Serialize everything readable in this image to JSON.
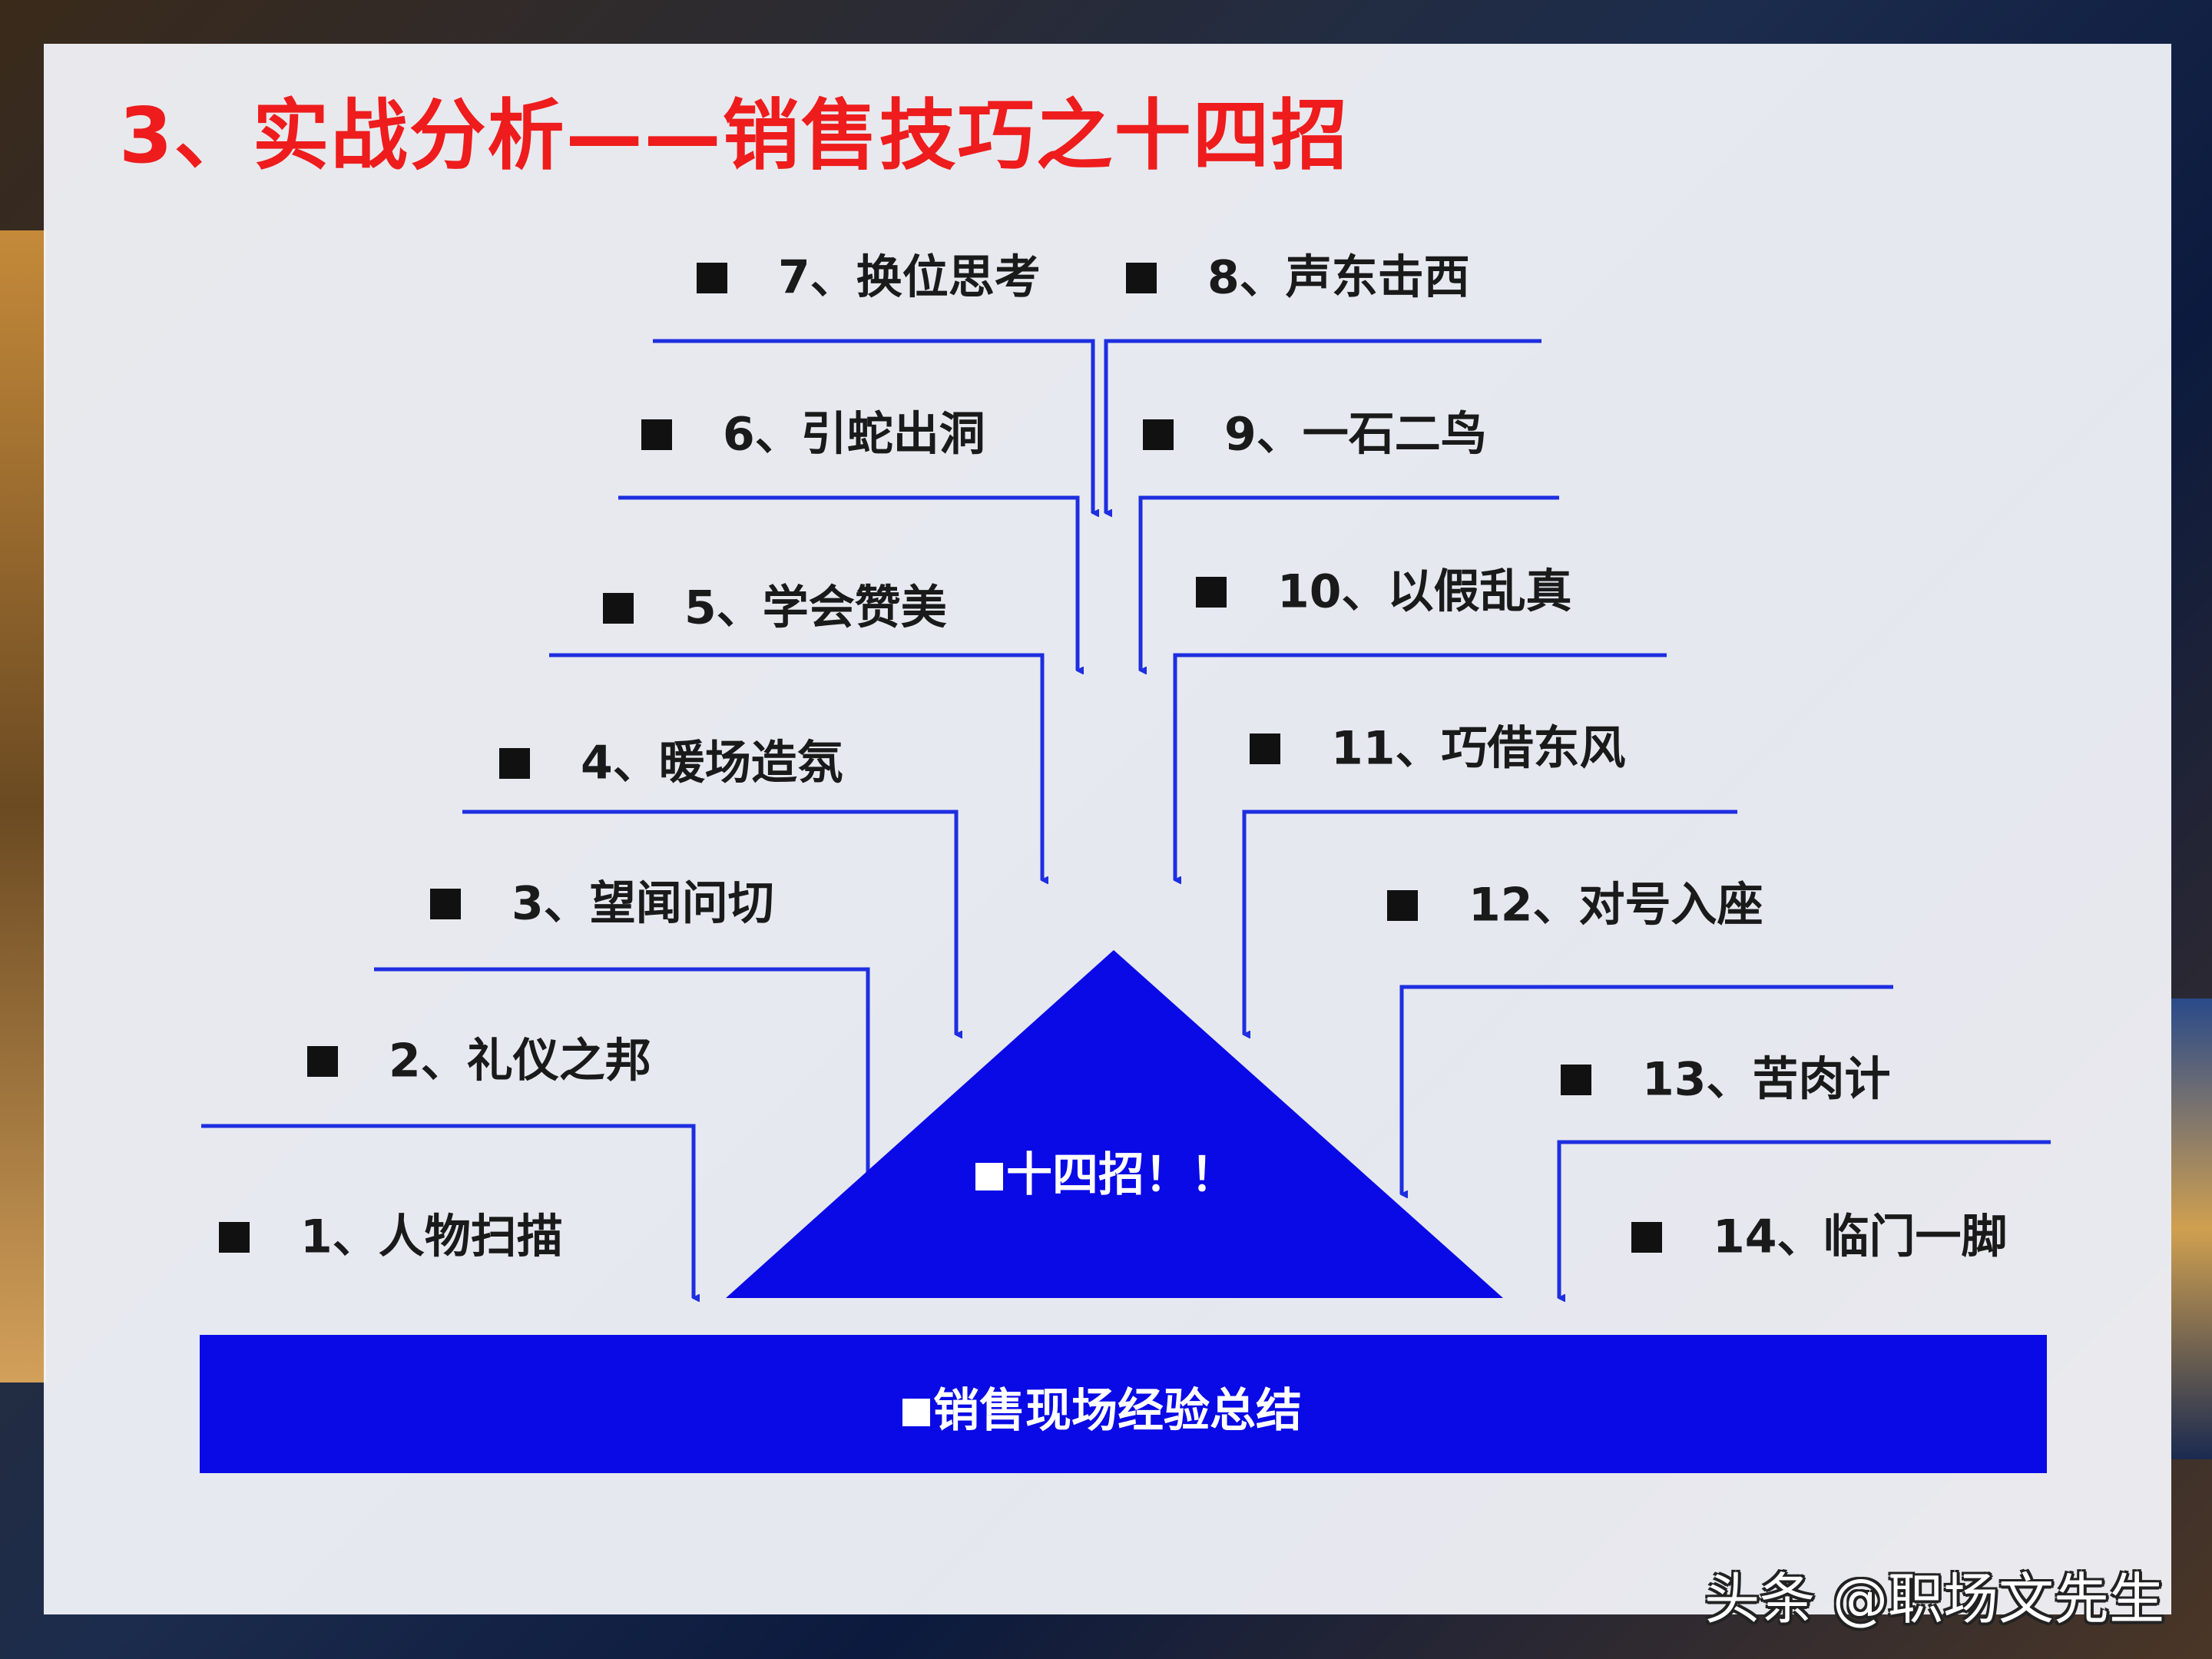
{
  "title": "3、实战分析——销售技巧之十四招",
  "items": [
    {
      "id": 1,
      "label": "1、人物扫描"
    },
    {
      "id": 2,
      "label": "2、礼仪之邦"
    },
    {
      "id": 3,
      "label": "3、望闻问切"
    },
    {
      "id": 4,
      "label": "4、暖场造氛"
    },
    {
      "id": 5,
      "label": "5、学会赞美"
    },
    {
      "id": 6,
      "label": "6、引蛇出洞"
    },
    {
      "id": 7,
      "label": "7、换位思考"
    },
    {
      "id": 8,
      "label": "8、声东击西"
    },
    {
      "id": 9,
      "label": "9、一石二鸟"
    },
    {
      "id": 10,
      "label": "10、以假乱真"
    },
    {
      "id": 11,
      "label": "11、巧借东风"
    },
    {
      "id": 12,
      "label": "12、对号入座"
    },
    {
      "id": 13,
      "label": "13、苦肉计"
    },
    {
      "id": 14,
      "label": "14、临门一脚"
    }
  ],
  "triangle_label": "十四招！！",
  "base_label": "销售现场经验总结",
  "watermark": "头条 @职场文先生",
  "colors": {
    "title": "#ee1c1c",
    "accent_blue": "#0a0ae6",
    "connector": "#1e2ee0",
    "text": "#1a1a1a"
  },
  "bullet_icon": "black-square"
}
